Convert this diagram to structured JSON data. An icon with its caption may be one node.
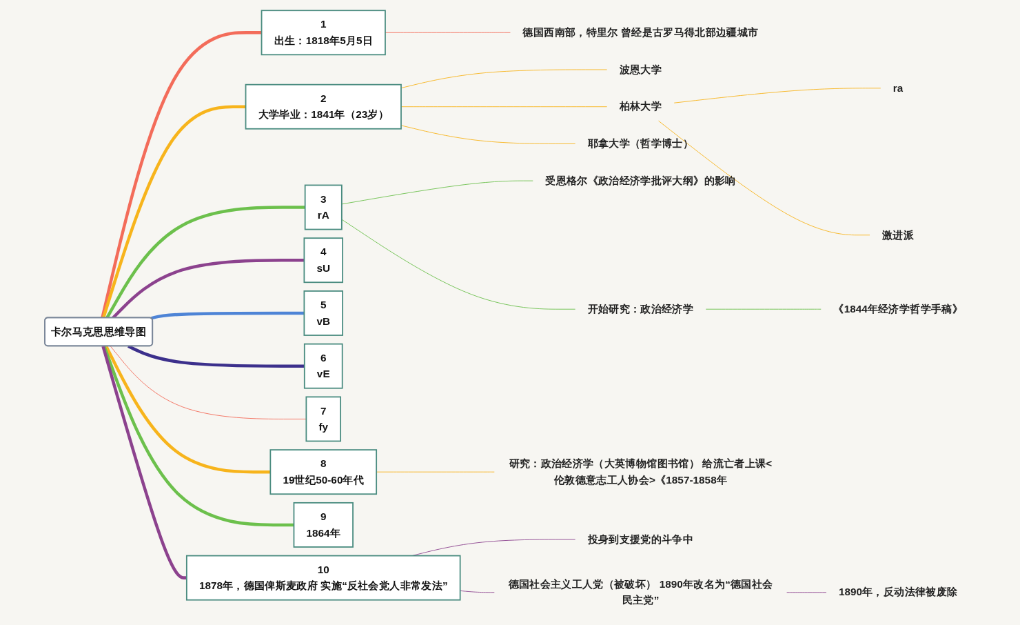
{
  "diagram": {
    "nodes": [
      {
        "text": [
          "卡尔马克思思维导图"
        ]
      },
      {
        "text": [
          "1",
          "出生：1818年5月5日"
        ]
      },
      {
        "text": [
          "德国西南部，特里尔 曾经是古罗马得北部边疆城市"
        ]
      },
      {
        "text": [
          "2",
          "大学毕业：1841年（23岁）"
        ]
      },
      {
        "text": [
          "波恩大学"
        ]
      },
      {
        "text": [
          "柏林大学"
        ]
      },
      {
        "text": [
          "ra"
        ]
      },
      {
        "text": [
          "激进派"
        ]
      },
      {
        "text": [
          "耶拿大学（哲学博士）"
        ]
      },
      {
        "text": [
          "3",
          "rA"
        ]
      },
      {
        "text": [
          "受恩格尔《政治经济学批评大纲》的影响"
        ]
      },
      {
        "text": [
          "开始研究：政治经济学"
        ]
      },
      {
        "text": [
          "《1844年经济学哲学手稿》"
        ]
      },
      {
        "text": [
          "4",
          "sU"
        ]
      },
      {
        "text": [
          "5",
          "vB"
        ]
      },
      {
        "text": [
          "6",
          "vE"
        ]
      },
      {
        "text": [
          "7",
          "fy"
        ]
      },
      {
        "text": [
          "8",
          "19世纪50-60年代"
        ]
      },
      {
        "text": [
          "研究：政治经济学（大英博物馆图书馆） 给流亡者上课<伦敦德意志工人协会>《1857-1858年"
        ]
      },
      {
        "text": [
          "9",
          "1864年"
        ]
      },
      {
        "text": [
          "10",
          "1878年，德国俾斯麦政府 实施“反社会党人非常发法”"
        ]
      },
      {
        "text": [
          "投身到支援党的斗争中"
        ]
      },
      {
        "text": [
          "德国社会主义工人党（被破坏） 1890年改名为“德国社会民主党”"
        ]
      },
      {
        "text": [
          "1890年，反动法律被废除"
        ]
      }
    ],
    "edges": [
      {
        "from": 0,
        "to": 1,
        "arrow": "none",
        "style": "thick",
        "color": "#f36c5a"
      },
      {
        "from": 1,
        "to": 2,
        "arrow": "none",
        "color": "#f36c5a"
      },
      {
        "from": 0,
        "to": 3,
        "arrow": "none",
        "style": "thick",
        "color": "#f7b41c"
      },
      {
        "from": 3,
        "to": 4,
        "arrow": "none",
        "color": "#f7b41c"
      },
      {
        "from": 3,
        "to": 5,
        "arrow": "none",
        "color": "#f7b41c"
      },
      {
        "from": 5,
        "to": 6,
        "arrow": "none",
        "color": "#f7b41c"
      },
      {
        "from": 5,
        "to": 7,
        "arrow": "none",
        "color": "#f7b41c"
      },
      {
        "from": 3,
        "to": 8,
        "arrow": "none",
        "color": "#f7b41c"
      },
      {
        "from": 0,
        "to": 9,
        "arrow": "none",
        "style": "thick",
        "color": "#6cc04c"
      },
      {
        "from": 9,
        "to": 10,
        "arrow": "none",
        "color": "#6cc04c"
      },
      {
        "from": 9,
        "to": 11,
        "arrow": "none",
        "color": "#6cc04c"
      },
      {
        "from": 11,
        "to": 12,
        "arrow": "none",
        "color": "#6cc04c"
      },
      {
        "from": 0,
        "to": 13,
        "arrow": "none",
        "style": "thick",
        "color": "#8c428e"
      },
      {
        "from": 0,
        "to": 14,
        "arrow": "none",
        "style": "thick",
        "color": "#4e84d6"
      },
      {
        "from": 0,
        "to": 15,
        "arrow": "none",
        "style": "thick",
        "color": "#3c308c"
      },
      {
        "from": 0,
        "to": 16,
        "arrow": "none",
        "color": "#f36c5a"
      },
      {
        "from": 0,
        "to": 17,
        "arrow": "none",
        "style": "thick",
        "color": "#f7b41c"
      },
      {
        "from": 17,
        "to": 18,
        "arrow": "none",
        "color": "#f7b41c"
      },
      {
        "from": 0,
        "to": 19,
        "arrow": "none",
        "style": "thick",
        "color": "#6cc04c"
      },
      {
        "from": 0,
        "to": 20,
        "arrow": "none",
        "style": "thick",
        "color": "#8c428e"
      },
      {
        "from": 20,
        "to": 21,
        "arrow": "none",
        "color": "#8c428e"
      },
      {
        "from": 20,
        "to": 22,
        "arrow": "none",
        "color": "#8c428e"
      },
      {
        "from": 22,
        "to": 23,
        "arrow": "none",
        "color": "#8c428e"
      }
    ]
  }
}
